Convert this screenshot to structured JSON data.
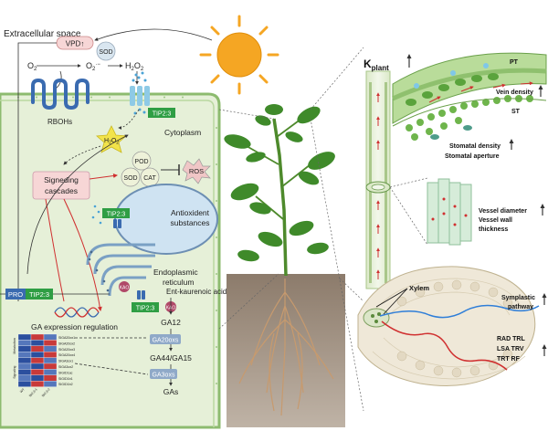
{
  "cell": {
    "extracellular_space": "Extracellular space",
    "vpd": "VPD↑",
    "o2_left": "O",
    "o2_left_sub": "2",
    "o2_radical": "O",
    "o2_radical_sub": "2",
    "o2_radical_sup": "·−",
    "sod_top": "SOD",
    "h2o2_top": "H",
    "h2o2_top_sub1": "2",
    "h2o2_top_o": "O",
    "h2o2_top_sub2": "2",
    "rbohs": "RBOHs",
    "tip23_top": "TIP2:3",
    "cytoplasm": "Cytoplasm",
    "h2o2_star": "H",
    "h2o2_star_sub1": "2",
    "h2o2_star_o": "O",
    "h2o2_star_sub2": "2",
    "signeding": "Signeding",
    "cascades": "cascades",
    "pod": "POD",
    "sod": "SOD",
    "cat": "CAT",
    "ros": "ROS",
    "tip23_vac": "TIP2:3",
    "antioxident_1": "Antioxident",
    "antioxident_2": "substances",
    "er_1": "Endoplasmic",
    "er_2": "reticulum",
    "kao_1": "KAO",
    "kao_2": "KAO",
    "ent_kaurenoic": "Ent-kaurenoic acid",
    "tip23_er": "TIP2:3",
    "pro": "PRO",
    "tip23_nuc": "TIP2:3",
    "ga_expr": "GA expression regulation",
    "ga12": "GA12",
    "ga20ox": "GA20oxs",
    "ga44": "GA44/GA15",
    "ga3ox": "GA3oxs",
    "gas": "GAs",
    "heat_genes": [
      "SlGA20ox1",
      "SlGA20ox2",
      "SlGA20ox3",
      "SlGA20ox4",
      "SlGA3ox1",
      "SlGA3ox2",
      "SlGID1ac",
      "SlGID1b1",
      "SlGID1b2"
    ],
    "heat_groups": [
      "Metabolism",
      "Signaling"
    ],
    "heat_cols": [
      "WT",
      "tip2;3-1",
      "tip2;3-2"
    ]
  },
  "leaf": {
    "k_plant": "K",
    "k_plant_sub": "plant",
    "pt": "PT",
    "vein_density": "Vein density",
    "st": "ST",
    "stomatal_density": "Stomatal density",
    "stomatal_aperture": "Stomatal aperture",
    "vessel_diameter": "Vessel diameter",
    "vessel_wall_1": "Vessel wall",
    "vessel_wall_2": "thickness"
  },
  "root": {
    "xylem": "Xylem",
    "symplastic_1": "Symplastic",
    "symplastic_2": "pathway",
    "rad_trl": "RAD TRL",
    "lsa_trv": "LSA TRV",
    "trt_rf": "TRT RF"
  },
  "colors": {
    "cell_green": "#e4efd6",
    "membrane": "#7fb069",
    "tip_green": "#2f9e44",
    "blue_channel": "#3a6bb0",
    "pink_box": "#f7d6d6",
    "sun": "#f5a623",
    "soil": "#7a6a5c"
  }
}
